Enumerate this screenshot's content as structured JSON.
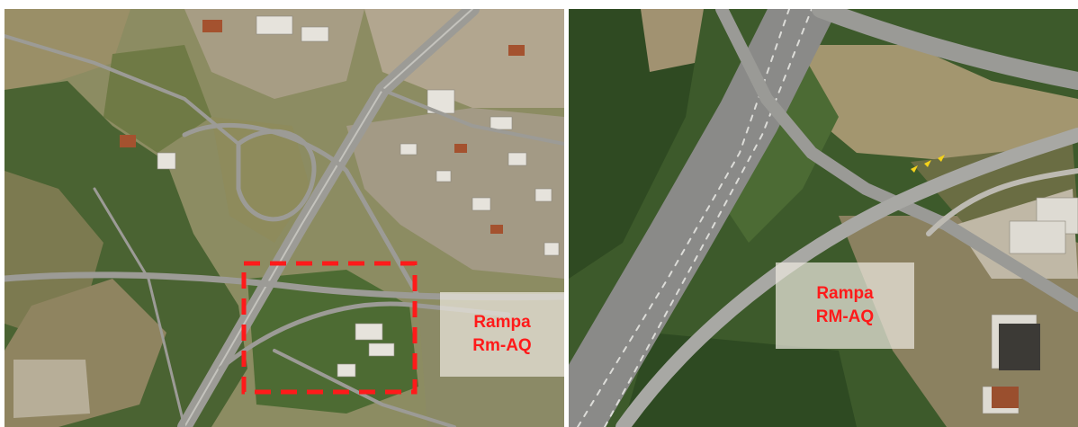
{
  "panels": [
    {
      "id": "left",
      "callout": {
        "line1": "Rampa",
        "line2": "Rm-AQ"
      },
      "highlight": {
        "style": "dashed",
        "color": "#ff1a1a"
      }
    },
    {
      "id": "right",
      "callout": {
        "line1": "Rampa",
        "line2": "RM-AQ"
      }
    }
  ],
  "colors": {
    "vegetation_dark": "#3b5a2c",
    "vegetation_light": "#8a8f5e",
    "road": "#9a9a96",
    "highlight": "#ff1a1a",
    "label_text": "#ff1a1a"
  }
}
